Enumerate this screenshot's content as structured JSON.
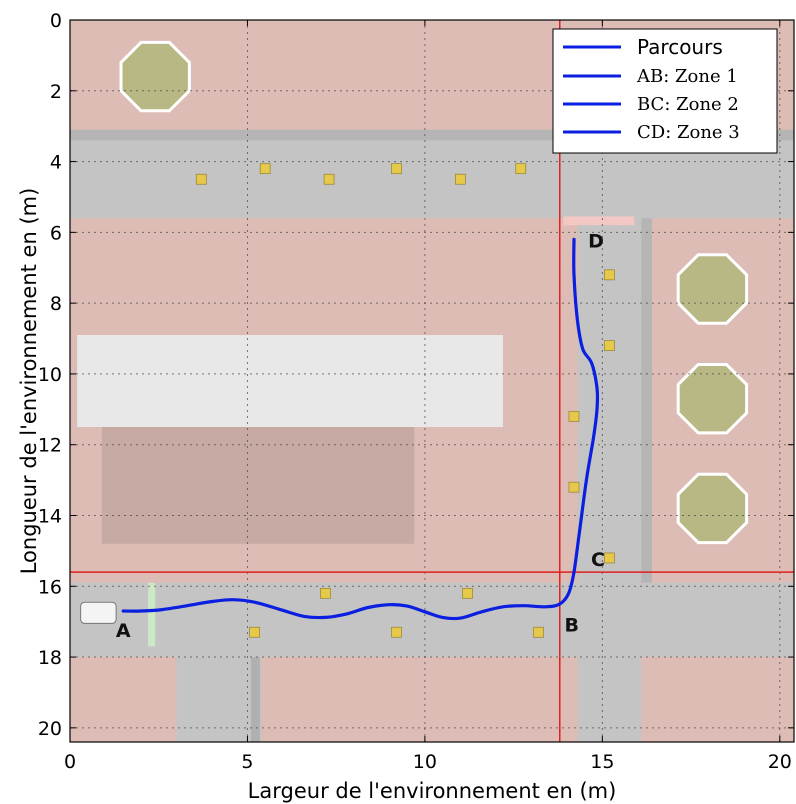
{
  "chart_data": {
    "type": "line",
    "xlabel": "Largeur de l'environnement en (m)",
    "ylabel": "Longueur de l'environnement en (m)",
    "xlim": [
      0,
      20.4
    ],
    "ylim": [
      0,
      20.4
    ],
    "y_inverted": true,
    "x_ticks": [
      0,
      5,
      10,
      15,
      20
    ],
    "y_ticks": [
      0,
      2,
      4,
      6,
      8,
      10,
      12,
      14,
      16,
      18,
      20
    ],
    "grid": true,
    "legend_position": "top-right",
    "legend": [
      "Parcours",
      "AB: Zone 1",
      "BC: Zone 2",
      "CD: Zone 3"
    ],
    "series": [
      {
        "name": "Parcours",
        "color": "#0a1fe0",
        "x": [
          1.5,
          2.0,
          2.6,
          3.3,
          4.0,
          4.6,
          5.2,
          5.9,
          6.6,
          7.2,
          7.8,
          8.4,
          9.0,
          9.5,
          10.0,
          10.5,
          11.0,
          11.6,
          12.2,
          12.8,
          13.4,
          13.8,
          14.05,
          14.2,
          14.35,
          14.55,
          14.75,
          14.85,
          14.85,
          14.7,
          14.45,
          14.3,
          14.2,
          14.2
        ],
        "y": [
          16.7,
          16.7,
          16.66,
          16.55,
          16.43,
          16.38,
          16.45,
          16.65,
          16.85,
          16.88,
          16.78,
          16.6,
          16.52,
          16.56,
          16.72,
          16.88,
          16.9,
          16.72,
          16.58,
          16.55,
          16.58,
          16.5,
          16.2,
          15.6,
          14.5,
          13.0,
          11.8,
          11.0,
          10.4,
          9.7,
          9.3,
          8.5,
          7.2,
          6.2
        ]
      }
    ],
    "points": [
      {
        "label": "A",
        "x": 1.5,
        "y": 16.7
      },
      {
        "label": "B",
        "x": 13.8,
        "y": 16.55
      },
      {
        "label": "C",
        "x": 14.2,
        "y": 15.6
      },
      {
        "label": "D",
        "x": 14.2,
        "y": 6.2
      }
    ],
    "reference_lines": {
      "x": 13.8,
      "y": 15.6,
      "color": "#e02020"
    }
  },
  "colors": {
    "background_zone": "#ddbcb6",
    "road": "#c4c4c4",
    "building": "#e8e8e8",
    "tree": "#b8b885",
    "marker": "#e6c84a"
  }
}
